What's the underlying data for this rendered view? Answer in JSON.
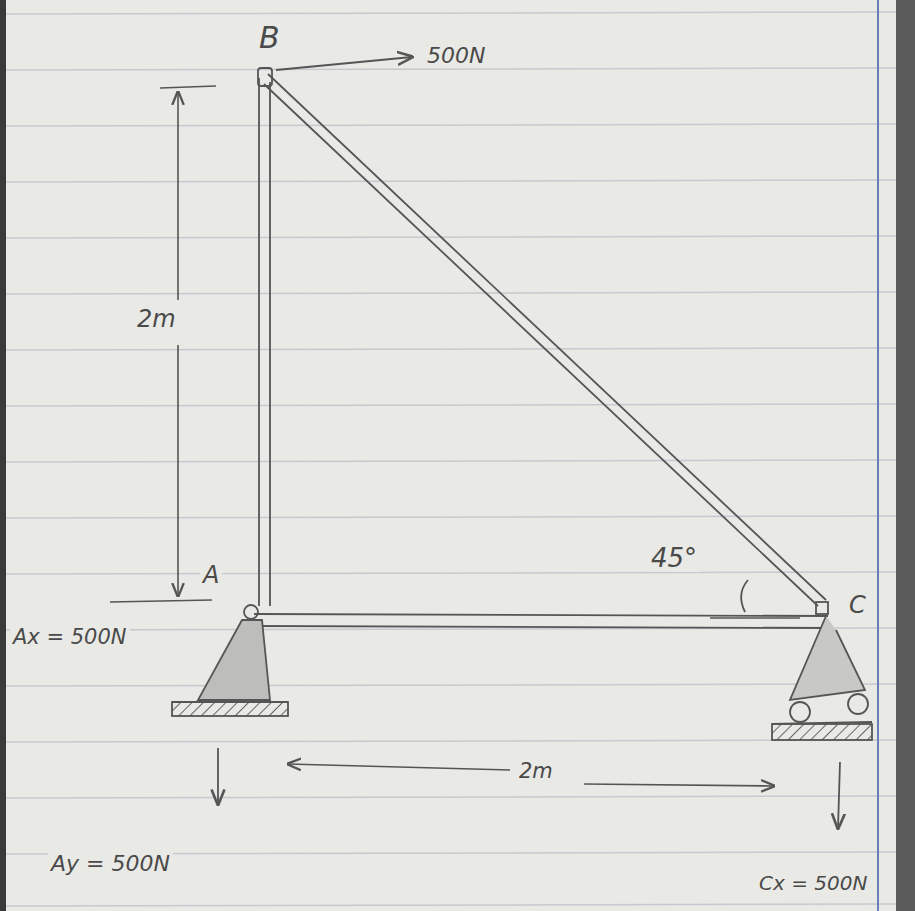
{
  "diagram": {
    "labels": [
      "B",
      "500N",
      "2m",
      "A",
      "45°",
      "C",
      "Ax = 500N",
      "2m",
      "Ay = 500N",
      "Cx = 500N"
    ]
  }
}
